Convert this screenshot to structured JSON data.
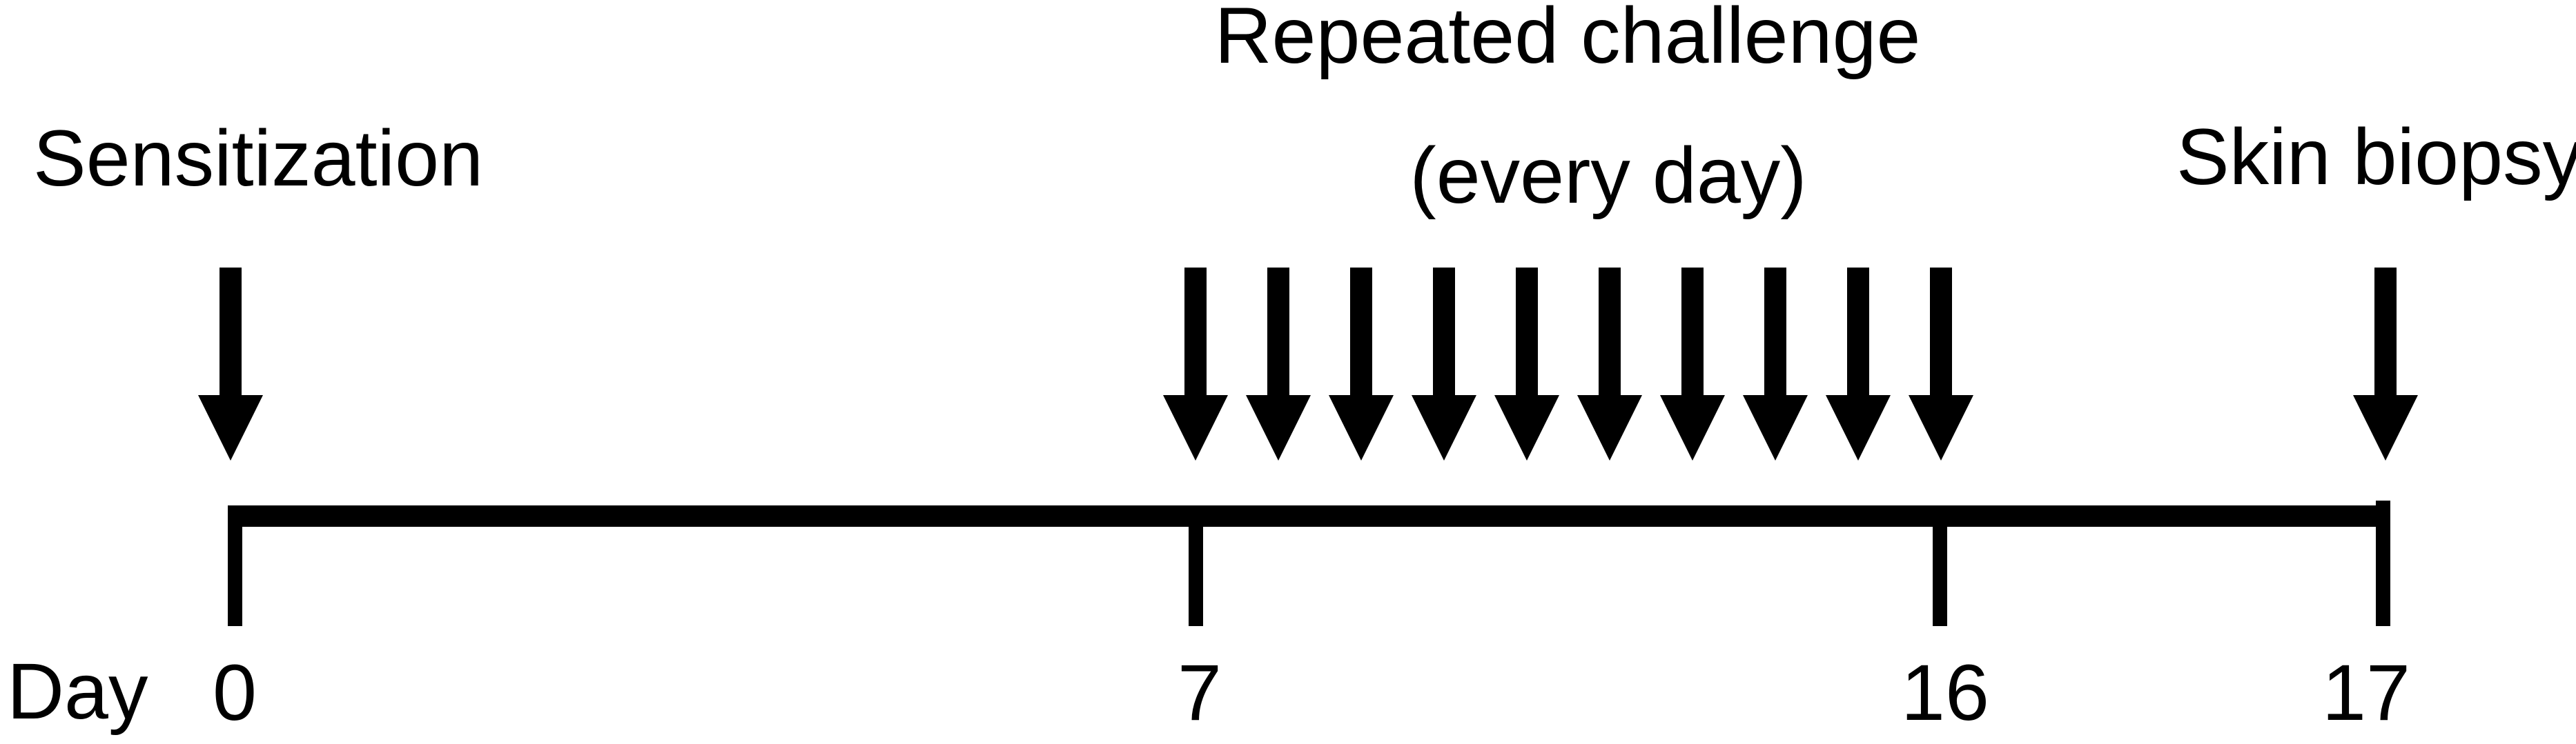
{
  "colors": {
    "background": "#ffffff",
    "ink": "#000000"
  },
  "annotations": {
    "sensitization": "Sensitization",
    "repeated_challenge_line1": "Repeated challenge",
    "repeated_challenge_line2": "(every day)",
    "skin_biopsy": "Skin biopsy"
  },
  "axis": {
    "label": "Day",
    "ticks": [
      {
        "label": "0"
      },
      {
        "label": "7"
      },
      {
        "label": "16"
      },
      {
        "label": "17"
      }
    ]
  },
  "events": [
    {
      "name": "Sensitization",
      "day": "0",
      "arrow_count": 1,
      "icon": "down-arrow-icon"
    },
    {
      "name": "Repeated challenge (every day)",
      "day_start": "7",
      "day_end": "16",
      "arrow_count": 10,
      "icon": "down-arrow-icon"
    },
    {
      "name": "Skin biopsy",
      "day": "17",
      "arrow_count": 1,
      "icon": "down-arrow-icon"
    }
  ]
}
